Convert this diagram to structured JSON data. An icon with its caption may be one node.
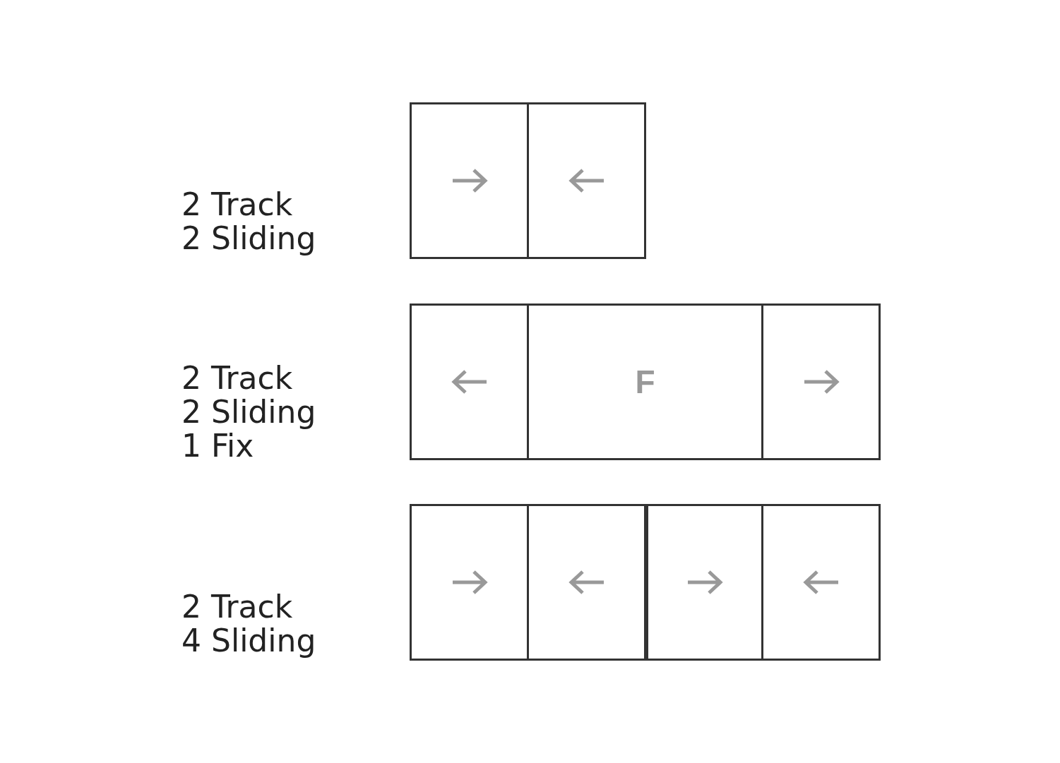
{
  "diagram": {
    "nodes": [
      {
        "text": [],
        "shape": "box"
      },
      {
        "text": [],
        "shape": "box"
      },
      {
        "text": [],
        "shape": "box"
      },
      {
        "text": [
          "F"
        ]
      },
      {
        "text": [],
        "shape": "box"
      },
      {
        "text": [],
        "shape": "box"
      },
      {
        "text": [],
        "shape": "box"
      },
      {
        "text": [],
        "shape": "box"
      },
      {
        "text": [],
        "shape": "box"
      }
    ],
    "labels": [
      "2 Track",
      "2 Sliding",
      "2 Track",
      "2 Sliding",
      "1 Fix",
      "2 Track",
      "4 Sliding"
    ]
  }
}
